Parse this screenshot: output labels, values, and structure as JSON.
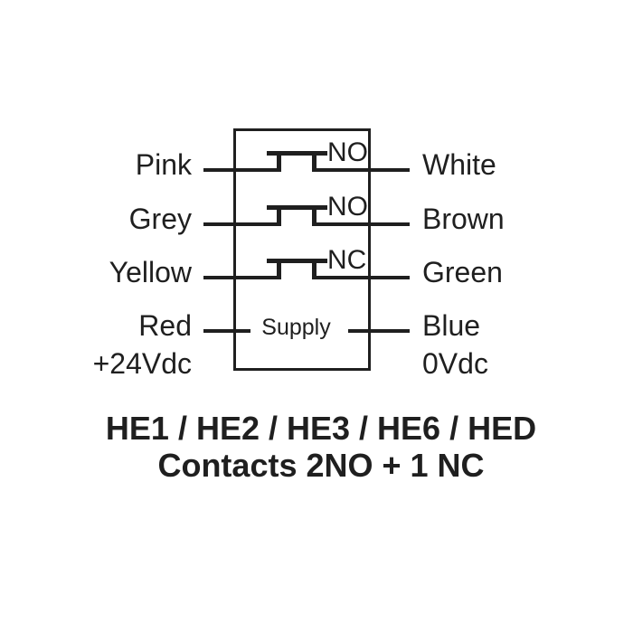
{
  "diagram": {
    "rows": [
      {
        "left_wire": "Pink",
        "right_wire": "White",
        "contact_type": "NO"
      },
      {
        "left_wire": "Grey",
        "right_wire": "Brown",
        "contact_type": "NO"
      },
      {
        "left_wire": "Yellow",
        "right_wire": "Green",
        "contact_type": "NC"
      },
      {
        "left_wire": "Red",
        "right_wire": "Blue",
        "contact_type": "Supply"
      }
    ],
    "supply": {
      "label": "Supply",
      "left_voltage": "+24Vdc",
      "right_voltage": "0Vdc"
    }
  },
  "footer": {
    "models": "HE1 / HE2 / HE3 / HE6 / HED",
    "contacts": "Contacts 2NO + 1 NC"
  },
  "colors": {
    "line": "#1f1f1f",
    "text": "#1f1f1f",
    "background": "#ffffff"
  }
}
